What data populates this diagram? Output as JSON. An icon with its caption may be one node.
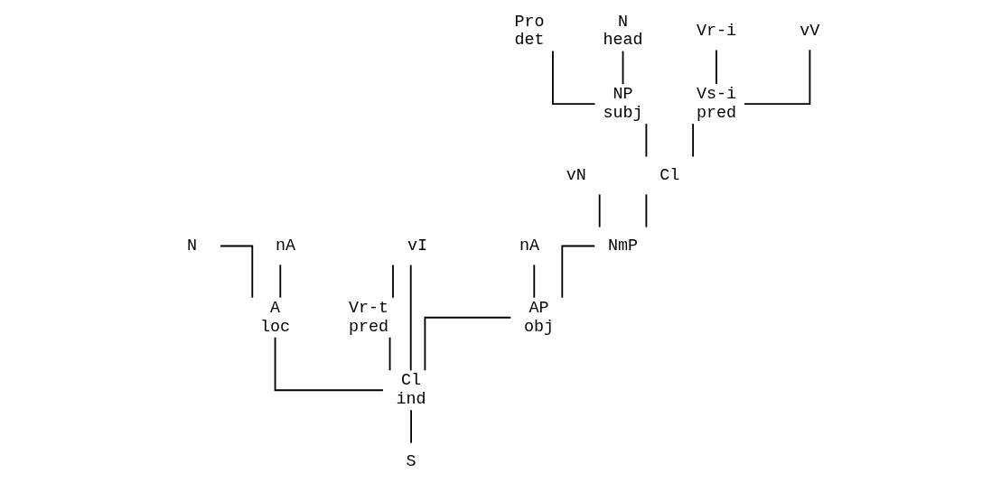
{
  "diagram": {
    "nodes": [
      {
        "text": [
          "N"
        ]
      },
      {
        "text": [
          "nA"
        ]
      },
      {
        "text": [
          "A",
          "loc"
        ]
      },
      {
        "text": [
          "Vr-t",
          "pred"
        ]
      },
      {
        "text": [
          "vI"
        ]
      },
      {
        "text": [
          "Pro",
          "det"
        ]
      },
      {
        "text": [
          "N",
          "head"
        ]
      },
      {
        "text": [
          "NP",
          "subj"
        ]
      },
      {
        "text": [
          "Vr-i"
        ]
      },
      {
        "text": [
          "vV"
        ]
      },
      {
        "text": [
          "Vs-i",
          "pred"
        ]
      },
      {
        "text": [
          "vN"
        ]
      },
      {
        "text": [
          "nA"
        ]
      },
      {
        "text": [
          "Cl"
        ]
      },
      {
        "text": [
          "NmP"
        ]
      },
      {
        "text": [
          "AP",
          "obj"
        ]
      },
      {
        "text": [
          "Cl",
          "ind"
        ]
      },
      {
        "text": [
          "S"
        ]
      }
    ],
    "edges": [
      {
        "from": 2,
        "to": 0,
        "arrow": "none"
      },
      {
        "from": 2,
        "to": 1,
        "arrow": "none"
      },
      {
        "from": 3,
        "to": 4,
        "arrow": "none"
      },
      {
        "from": 7,
        "to": 5,
        "arrow": "none"
      },
      {
        "from": 7,
        "to": 6,
        "arrow": "none"
      },
      {
        "from": 10,
        "to": 8,
        "arrow": "none"
      },
      {
        "from": 10,
        "to": 9,
        "arrow": "none"
      },
      {
        "from": 13,
        "to": 7,
        "arrow": "none"
      },
      {
        "from": 13,
        "to": 10,
        "arrow": "none"
      },
      {
        "from": 14,
        "to": 13,
        "arrow": "none"
      },
      {
        "from": 14,
        "to": 11,
        "arrow": "none"
      },
      {
        "from": 15,
        "to": 14,
        "arrow": "none"
      },
      {
        "from": 15,
        "to": 12,
        "arrow": "none"
      },
      {
        "from": 16,
        "to": 2,
        "arrow": "none"
      },
      {
        "from": 16,
        "to": 3,
        "arrow": "none"
      },
      {
        "from": 16,
        "to": 4,
        "arrow": "none"
      },
      {
        "from": 16,
        "to": 15,
        "arrow": "none"
      },
      {
        "from": 17,
        "to": 16,
        "arrow": "none"
      }
    ]
  }
}
